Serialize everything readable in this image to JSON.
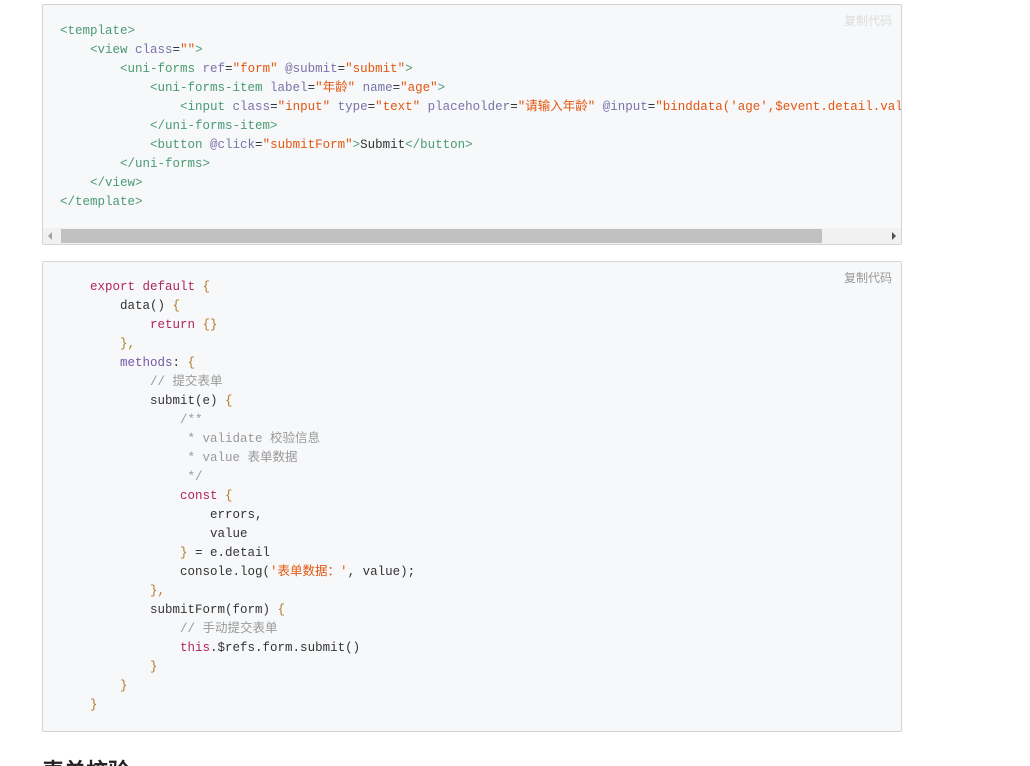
{
  "copy_label": "复制代码",
  "template_block": {
    "lines": [
      [
        [
          "tag",
          "<template>"
        ]
      ],
      [
        [
          "txt",
          "    "
        ],
        [
          "tag",
          "<view "
        ],
        [
          "attr",
          "class"
        ],
        [
          "txt",
          "="
        ],
        [
          "str",
          "\"\""
        ],
        [
          "tag",
          ">"
        ]
      ],
      [
        [
          "txt",
          "        "
        ],
        [
          "tag",
          "<uni-forms "
        ],
        [
          "attr",
          "ref"
        ],
        [
          "txt",
          "="
        ],
        [
          "str",
          "\"form\""
        ],
        [
          "txt",
          " "
        ],
        [
          "attr",
          "@submit"
        ],
        [
          "txt",
          "="
        ],
        [
          "str",
          "\"submit\""
        ],
        [
          "tag",
          ">"
        ]
      ],
      [
        [
          "txt",
          "            "
        ],
        [
          "tag",
          "<uni-forms-item "
        ],
        [
          "attr",
          "label"
        ],
        [
          "txt",
          "="
        ],
        [
          "str",
          "\"年龄\""
        ],
        [
          "txt",
          " "
        ],
        [
          "attr",
          "name"
        ],
        [
          "txt",
          "="
        ],
        [
          "str",
          "\"age\""
        ],
        [
          "tag",
          ">"
        ]
      ],
      [
        [
          "txt",
          "                "
        ],
        [
          "tag",
          "<input "
        ],
        [
          "attr",
          "class"
        ],
        [
          "txt",
          "="
        ],
        [
          "str",
          "\"input\""
        ],
        [
          "txt",
          " "
        ],
        [
          "attr",
          "type"
        ],
        [
          "txt",
          "="
        ],
        [
          "str",
          "\"text\""
        ],
        [
          "txt",
          " "
        ],
        [
          "attr",
          "placeholder"
        ],
        [
          "txt",
          "="
        ],
        [
          "str",
          "\"请输入年龄\""
        ],
        [
          "txt",
          " "
        ],
        [
          "attr",
          "@input"
        ],
        [
          "txt",
          "="
        ],
        [
          "str",
          "\"binddata('age',$event.detail.value)\""
        ],
        [
          "tag",
          " />"
        ]
      ],
      [
        [
          "txt",
          "            "
        ],
        [
          "tag",
          "</uni-forms-item>"
        ]
      ],
      [
        [
          "txt",
          "            "
        ],
        [
          "tag",
          "<button "
        ],
        [
          "attr",
          "@click"
        ],
        [
          "txt",
          "="
        ],
        [
          "str",
          "\"submitForm\""
        ],
        [
          "tag",
          ">"
        ],
        [
          "txt",
          "Submit"
        ],
        [
          "tag",
          "</button>"
        ]
      ],
      [
        [
          "txt",
          "        "
        ],
        [
          "tag",
          "</uni-forms>"
        ]
      ],
      [
        [
          "txt",
          "    "
        ],
        [
          "tag",
          "</view>"
        ]
      ],
      [
        [
          "tag",
          "</template>"
        ]
      ]
    ]
  },
  "script_block": {
    "lines": [
      [
        [
          "txt",
          "    "
        ],
        [
          "kw",
          "export default "
        ],
        [
          "punc",
          "{"
        ]
      ],
      [
        [
          "txt",
          "        data() "
        ],
        [
          "punc",
          "{"
        ]
      ],
      [
        [
          "txt",
          "            "
        ],
        [
          "kw",
          "return "
        ],
        [
          "punc",
          "{}"
        ]
      ],
      [
        [
          "txt",
          "        "
        ],
        [
          "punc",
          "},"
        ]
      ],
      [
        [
          "txt",
          "        "
        ],
        [
          "prop",
          "methods"
        ],
        [
          "txt",
          ": "
        ],
        [
          "punc",
          "{"
        ]
      ],
      [
        [
          "txt",
          "            "
        ],
        [
          "com",
          "// 提交表单"
        ]
      ],
      [
        [
          "txt",
          "            submit(e) "
        ],
        [
          "punc",
          "{"
        ]
      ],
      [
        [
          "txt",
          "                "
        ],
        [
          "com",
          "/**"
        ]
      ],
      [
        [
          "txt",
          "                "
        ],
        [
          "com",
          " * validate 校验信息"
        ]
      ],
      [
        [
          "txt",
          "                "
        ],
        [
          "com",
          " * value 表单数据"
        ]
      ],
      [
        [
          "txt",
          "                "
        ],
        [
          "com",
          " */"
        ]
      ],
      [
        [
          "txt",
          "                "
        ],
        [
          "kw",
          "const "
        ],
        [
          "punc",
          "{"
        ]
      ],
      [
        [
          "txt",
          "                    errors,"
        ]
      ],
      [
        [
          "txt",
          "                    value"
        ]
      ],
      [
        [
          "txt",
          "                "
        ],
        [
          "punc",
          "}"
        ],
        [
          "txt",
          " = e.detail"
        ]
      ],
      [
        [
          "txt",
          "                console.log("
        ],
        [
          "str",
          "'表单数据：'"
        ],
        [
          "txt",
          ", value);"
        ]
      ],
      [
        [
          "txt",
          "            "
        ],
        [
          "punc",
          "},"
        ]
      ],
      [
        [
          "txt",
          "            submitForm(form) "
        ],
        [
          "punc",
          "{"
        ]
      ],
      [
        [
          "txt",
          "                "
        ],
        [
          "com",
          "// 手动提交表单"
        ]
      ],
      [
        [
          "txt",
          "                "
        ],
        [
          "kw",
          "this"
        ],
        [
          "txt",
          ".$refs.form.submit()"
        ]
      ],
      [
        [
          "txt",
          "            "
        ],
        [
          "punc",
          "}"
        ]
      ],
      [
        [
          "txt",
          "        "
        ],
        [
          "punc",
          "}"
        ]
      ],
      [
        [
          "txt",
          "    "
        ],
        [
          "punc",
          "}"
        ]
      ]
    ]
  },
  "section_heading": "表单校验"
}
